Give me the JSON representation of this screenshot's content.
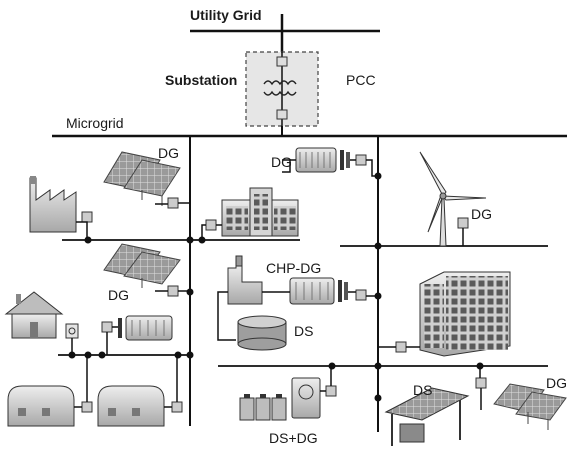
{
  "labels": {
    "utility_grid": "Utility Grid",
    "substation": "Substation",
    "pcc": "PCC",
    "microgrid": "Microgrid",
    "dg_solar_top": "DG",
    "dg_generator_top": "DG",
    "dg_wind": "DG",
    "dg_solar_mid": "DG",
    "chp_dg": "CHP-DG",
    "ds_tank": "DS",
    "ds_carport": "DS",
    "ds_dg": "DS+DG",
    "dg_solar_bottom": "DG"
  },
  "colors": {
    "line": "#111111",
    "panel": "#8a8a8a",
    "panel_light": "#d8d8d8",
    "building": "#cfcfcf",
    "substation_fill": "#e6e6e6"
  },
  "icons": [
    "factory-icon",
    "solar-panel-icon",
    "generator-icon",
    "office-building-icon",
    "wind-turbine-icon",
    "house-icon",
    "storage-tank-icon",
    "chp-plant-icon",
    "apartment-block-icon",
    "greenhouse-icon",
    "battery-icon",
    "carport-icon",
    "transformer-icon",
    "meter-icon"
  ]
}
